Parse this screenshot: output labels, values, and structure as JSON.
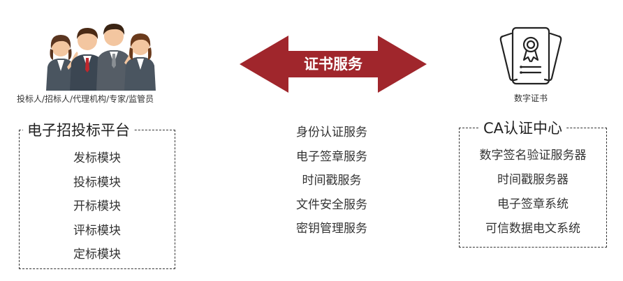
{
  "left": {
    "roles_caption": "投标人/招标人/代理机构/专家/监管员",
    "platform_title": "电子招投标平台",
    "modules": [
      "发标模块",
      "投标模块",
      "开标模块",
      "评标模块",
      "定标模块"
    ]
  },
  "center": {
    "arrow_label": "证书服务",
    "services": [
      "身份认证服务",
      "电子签章服务",
      "时间戳服务",
      "文件安全服务",
      "密钥管理服务"
    ]
  },
  "right": {
    "cert_caption": "数字证书",
    "ca_title": "CA认证中心",
    "components": [
      "数字签名验证服务器",
      "时间戳服务器",
      "电子签章系统",
      "可信数据电文系统"
    ]
  },
  "colors": {
    "arrow": "#a0262c",
    "border": "#333333"
  },
  "icons": {
    "people": "business-people-icon",
    "certificate": "certificate-icon"
  }
}
